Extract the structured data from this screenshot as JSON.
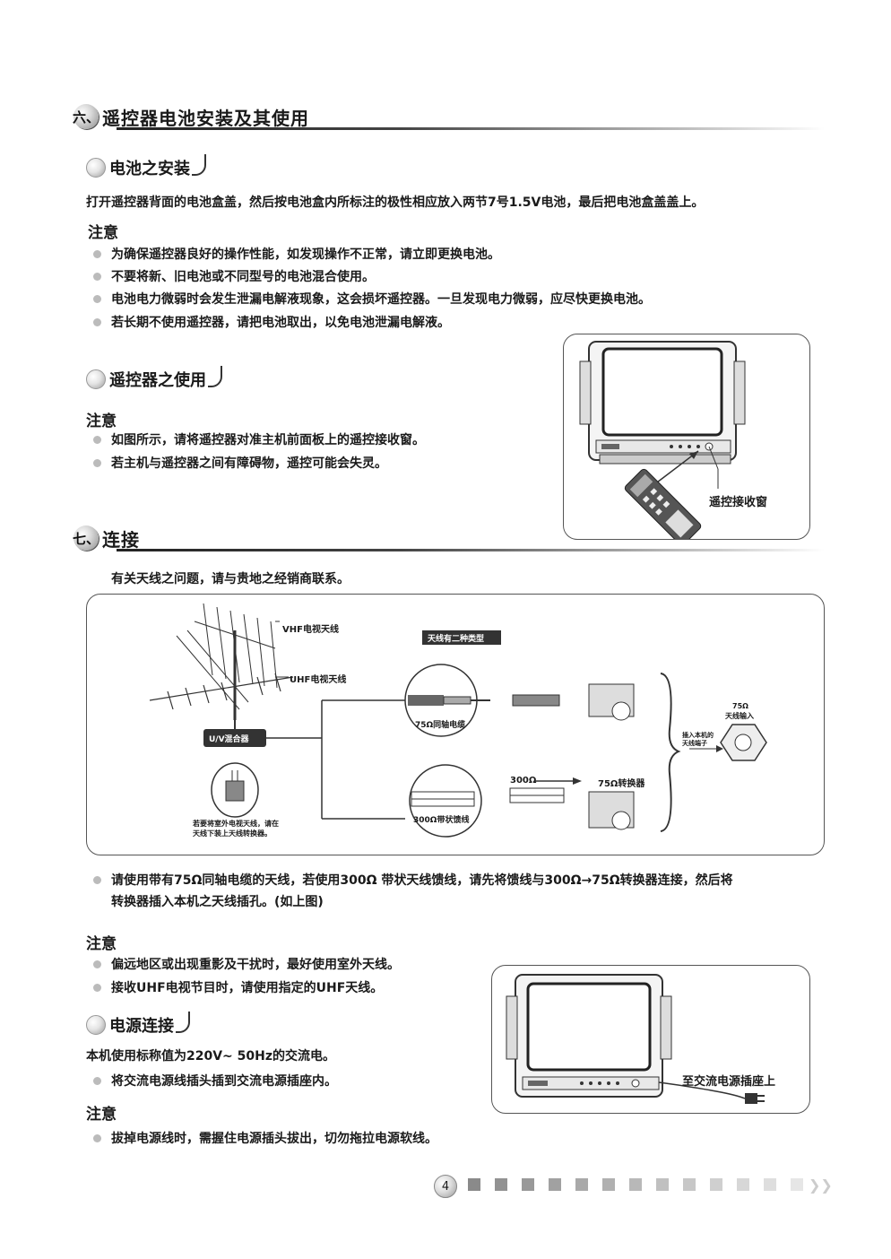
{
  "section6": {
    "badge": "六、",
    "title": "遥控器电池安装及其使用"
  },
  "battery": {
    "heading": "电池之安装",
    "body": "打开遥控器背面的电池盒盖，然后按电池盒内所标注的极性相应放入两节7号1.5V电池，最后把电池盒盖盖上。",
    "note_label": "注意",
    "notes": [
      "为确保遥控器良好的操作性能，如发现操作不正常，请立即更换电池。",
      "不要将新、旧电池或不同型号的电池混合使用。",
      "电池电力微弱时会发生泄漏电解液现象，这会损坏遥控器。一旦发现电力微弱，应尽快更换电池。",
      "若长期不使用遥控器，请把电池取出，以免电池泄漏电解液。"
    ]
  },
  "remote": {
    "heading": "遥控器之使用",
    "note_label": "注意",
    "notes": [
      "如图所示，请将遥控器对准主机前面板上的遥控接收窗。",
      "若主机与遥控器之间有障碍物，遥控可能会失灵。"
    ],
    "figure_label": "遥控接收窗"
  },
  "section7": {
    "badge": "七、",
    "title": "连接",
    "intro": "有关天线之问题，请与贵地之经销商联系。"
  },
  "antenna_figure": {
    "vhf": "VHF电视天线",
    "uhf": "UHF电视天线",
    "mixer": "U/V混合器",
    "mixer_note_1": "若要将室外电视天线，请在",
    "mixer_note_2": "天线下装上天线转换器。",
    "two_types": "天线有二种类型",
    "coax": "75Ω同轴电缆",
    "ribbon": "300Ω带状馈线",
    "ohm300": "300Ω",
    "converter": "75Ω转换器",
    "input_label_1": "75Ω",
    "input_label_2": "天线输入",
    "plug_note_1": "插入本机的",
    "plug_note_2": "天线端子"
  },
  "antenna_instruction": {
    "line1": "请使用带有75Ω同轴电缆的天线，若使用300Ω 带状天线馈线，请先将馈线与300Ω→75Ω转换器连接，然后将",
    "line2": "转换器插入本机之天线插孔。(如上图)"
  },
  "antenna_notes": {
    "label": "注意",
    "items": [
      "偏远地区或出现重影及干扰时，最好使用室外天线。",
      "接收UHF电视节目时，请使用指定的UHF天线。"
    ]
  },
  "power": {
    "heading": "电源连接",
    "body": "本机使用标称值为220V~ 50Hz的交流电。",
    "bullet": "将交流电源线插头插到交流电源插座内。",
    "note_label": "注意",
    "notes": [
      "拔掉电源线时，需握住电源插头拔出，切勿拖拉电源软线。"
    ],
    "figure_label": "至交流电源插座上"
  },
  "page_number": "4",
  "colors": {
    "pager_start": "#8a8a8a",
    "pager_end": "#e6e6e6"
  }
}
